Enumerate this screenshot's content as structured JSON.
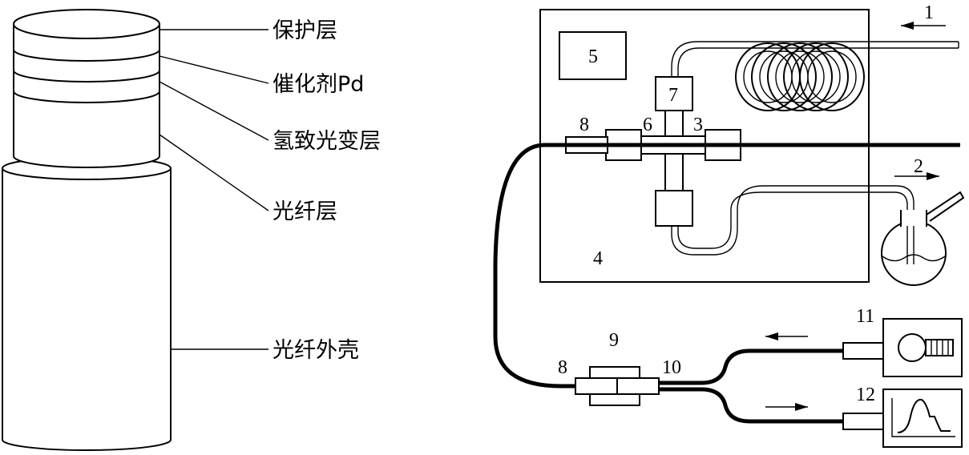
{
  "sensor": {
    "labels": {
      "protective_layer": "保护层",
      "catalyst": "催化剂Pd",
      "hydrochromic_layer": "氢致光变层",
      "fiber_layer": "光纤层",
      "fiber_jacket": "光纤外壳"
    }
  },
  "setup": {
    "numbers": {
      "n1": "1",
      "n2": "2",
      "n3": "3",
      "n4": "4",
      "n5": "5",
      "n6": "6",
      "n7": "7",
      "n8_top": "8",
      "n8_bottom": "8",
      "n9": "9",
      "n10": "10",
      "n11": "11",
      "n12": "12"
    }
  }
}
